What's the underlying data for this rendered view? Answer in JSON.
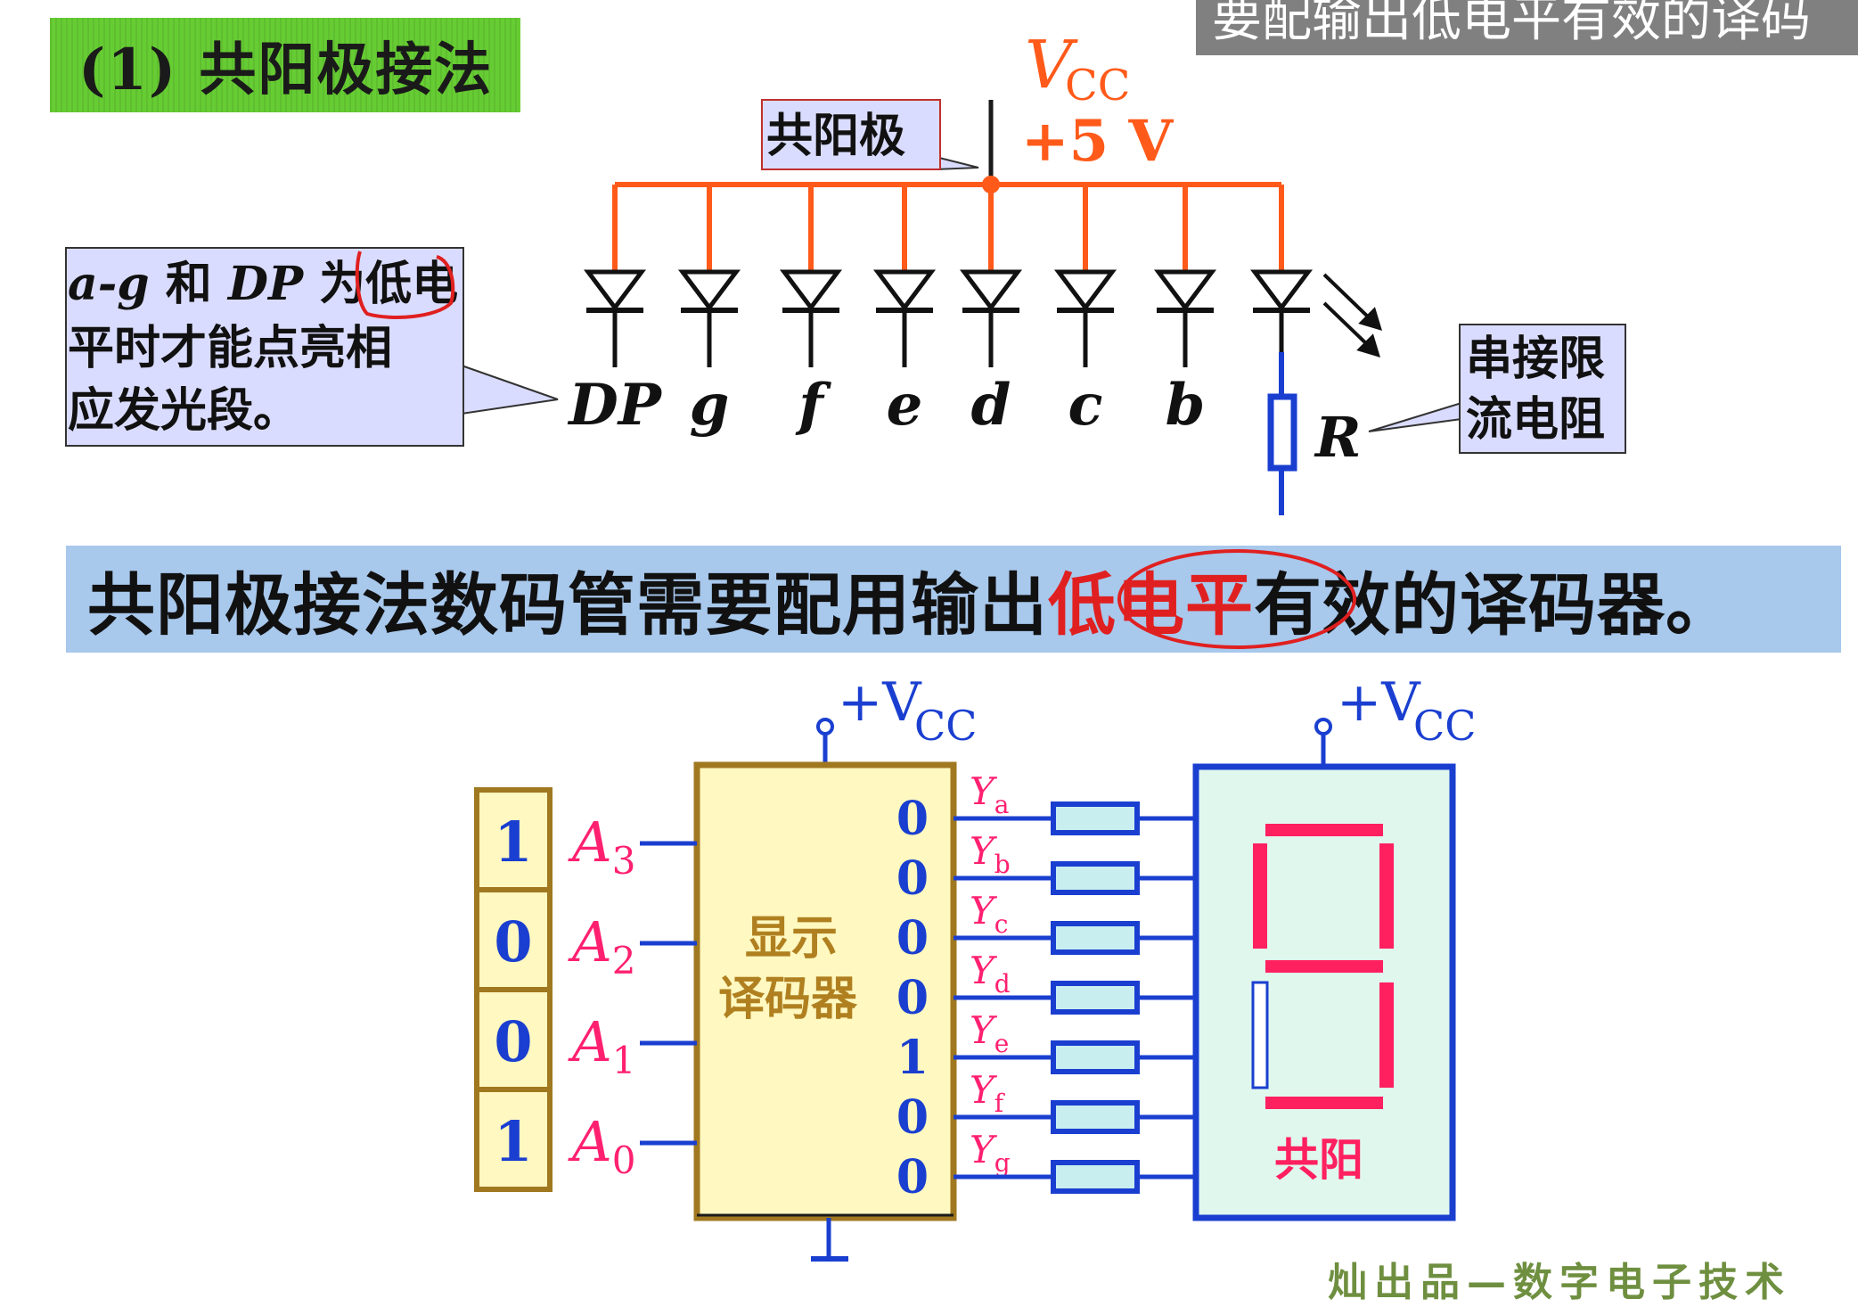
{
  "title": "(1) 共阳极接法",
  "overlay_caption": "要配输出低电平有效的译码",
  "top_circuit": {
    "vcc_label": "V",
    "vcc_sub": "CC",
    "vcc_value": "+5 V",
    "common_anode_callout": "共阳极",
    "note_callout": {
      "line1_prefix_italic": "a-g",
      "line1_mid": " 和 ",
      "line1_italic2": "DP",
      "line1_suffix": " 为低电",
      "line2": "平时才能点亮相",
      "line3": "应发光段。"
    },
    "segment_labels": [
      "DP",
      "g",
      "f",
      "e",
      "d",
      "c",
      "b"
    ],
    "resistor_label": "R",
    "resistor_callout_line1": "串接限",
    "resistor_callout_line2": "流电阻"
  },
  "banner": {
    "before": "共阳极接法数码管需要配用输出",
    "highlight": "低电平",
    "after": "有效的译码器。"
  },
  "decoder_circuit": {
    "vcc_left": "+V",
    "vcc_left_sub": "CC",
    "vcc_right": "+V",
    "vcc_right_sub": "CC",
    "input_bits": [
      "1",
      "0",
      "0",
      "1"
    ],
    "input_labels": [
      {
        "main": "A",
        "sub": "3"
      },
      {
        "main": "A",
        "sub": "2"
      },
      {
        "main": "A",
        "sub": "1"
      },
      {
        "main": "A",
        "sub": "0"
      }
    ],
    "decoder_label_line1": "显示",
    "decoder_label_line2": "译码器",
    "output_bits": [
      "0",
      "0",
      "0",
      "0",
      "1",
      "0",
      "0"
    ],
    "output_labels": [
      {
        "main": "Y",
        "sub": "a"
      },
      {
        "main": "Y",
        "sub": "b"
      },
      {
        "main": "Y",
        "sub": "c"
      },
      {
        "main": "Y",
        "sub": "d"
      },
      {
        "main": "Y",
        "sub": "e"
      },
      {
        "main": "Y",
        "sub": "f"
      },
      {
        "main": "Y",
        "sub": "g"
      }
    ],
    "display_label": "共阳",
    "lit_segments": [
      "a",
      "b",
      "c",
      "d",
      "f",
      "g"
    ]
  },
  "watermark": "灿出品—数字电子技术",
  "colors": {
    "wire_orange": "#ff5a1a",
    "wire_blue": "#1a3fd0",
    "segment_red": "#ff2060",
    "decoder_fill": "#fff8c0",
    "decoder_border": "#a07820",
    "display_fill": "#e0f7ee",
    "resistor_fill": "#c8eef0",
    "callout_fill": "#dadcff",
    "label_magenta": "#ff2070"
  }
}
